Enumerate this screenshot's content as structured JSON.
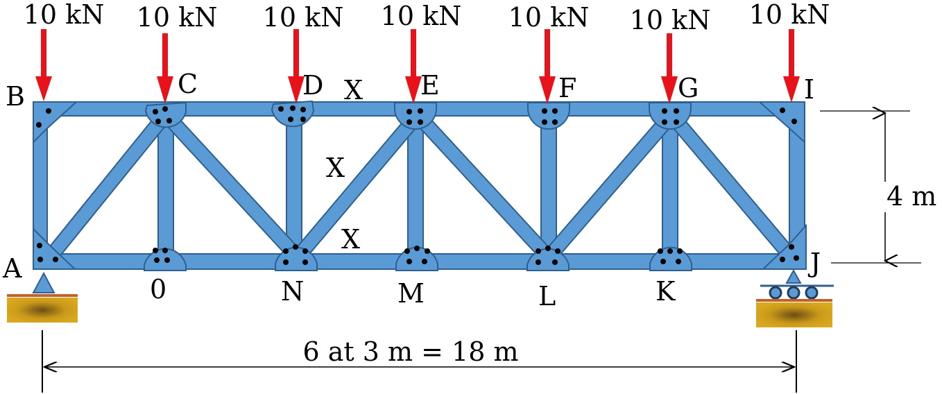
{
  "loads": [
    {
      "label": "10 kN"
    },
    {
      "label": "10 kN"
    },
    {
      "label": "10 kN"
    },
    {
      "label": "10 kN"
    },
    {
      "label": "10 kN"
    },
    {
      "label": "10 kN"
    },
    {
      "label": "10 kN"
    }
  ],
  "top_nodes": [
    "B",
    "C",
    "D",
    "E",
    "F",
    "G",
    "I"
  ],
  "bottom_nodes": [
    "A",
    "0",
    "N",
    "M",
    "L",
    "K",
    "J"
  ],
  "cut_marks": [
    "X",
    "X",
    "X"
  ],
  "height_dimension": "4 m",
  "span_dimension": "6 at 3 m = 18 m",
  "colors": {
    "member_fill": "#5b9bd5",
    "member_stroke": "#2e5f8f",
    "load_arrow": "#e8121b",
    "support": "#5b9bd5",
    "ground": "#c9981a"
  }
}
